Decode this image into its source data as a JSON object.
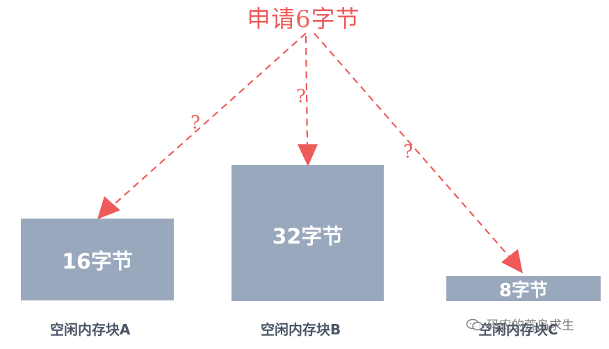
{
  "title": "申请6字节",
  "question_mark": "?",
  "blocks": [
    {
      "label": "空闲内存块A",
      "size": "16字节"
    },
    {
      "label": "空闲内存块B",
      "size": "32字节"
    },
    {
      "label": "空闲内存块C",
      "size": "8字节"
    }
  ],
  "watermark": "码农的荒岛求生",
  "colors": {
    "accent": "#ef5a5a",
    "block": "#9aa8bd",
    "label": "#4a5568"
  }
}
